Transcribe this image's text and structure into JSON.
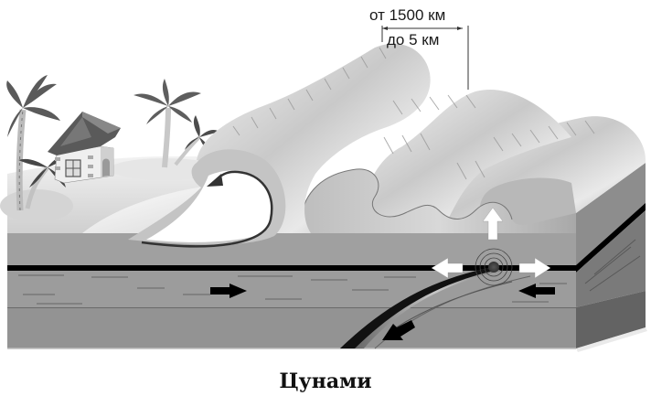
{
  "figure": {
    "title": "Цунами",
    "dimension_labels": {
      "wavelength": "от 1500 км",
      "height": "до 5 км"
    },
    "elements": [
      "island-with-palm-trees",
      "hut",
      "breaking-wave",
      "wave-train",
      "ocean-floor-layers",
      "earthquake-epicenter",
      "subducting-plate"
    ],
    "arrows": {
      "wave_up": "up-arrow",
      "spread_left": "left-arrow",
      "spread_right": "right-arrow",
      "plate_right": "right-arrow",
      "plate_left": "left-arrow",
      "subduction_down": "down-left-arrow",
      "wave_curl": "curved-arrow"
    },
    "colors": {
      "background": "#ffffff",
      "sea_floor": "#9a9a9a",
      "sea_floor_lower": "#8e8e8e",
      "side_face": "#6e6e6e",
      "fault_line": "#000000",
      "wave_light": "#e6e6e6",
      "wave_dark": "#8a8a8a"
    }
  }
}
